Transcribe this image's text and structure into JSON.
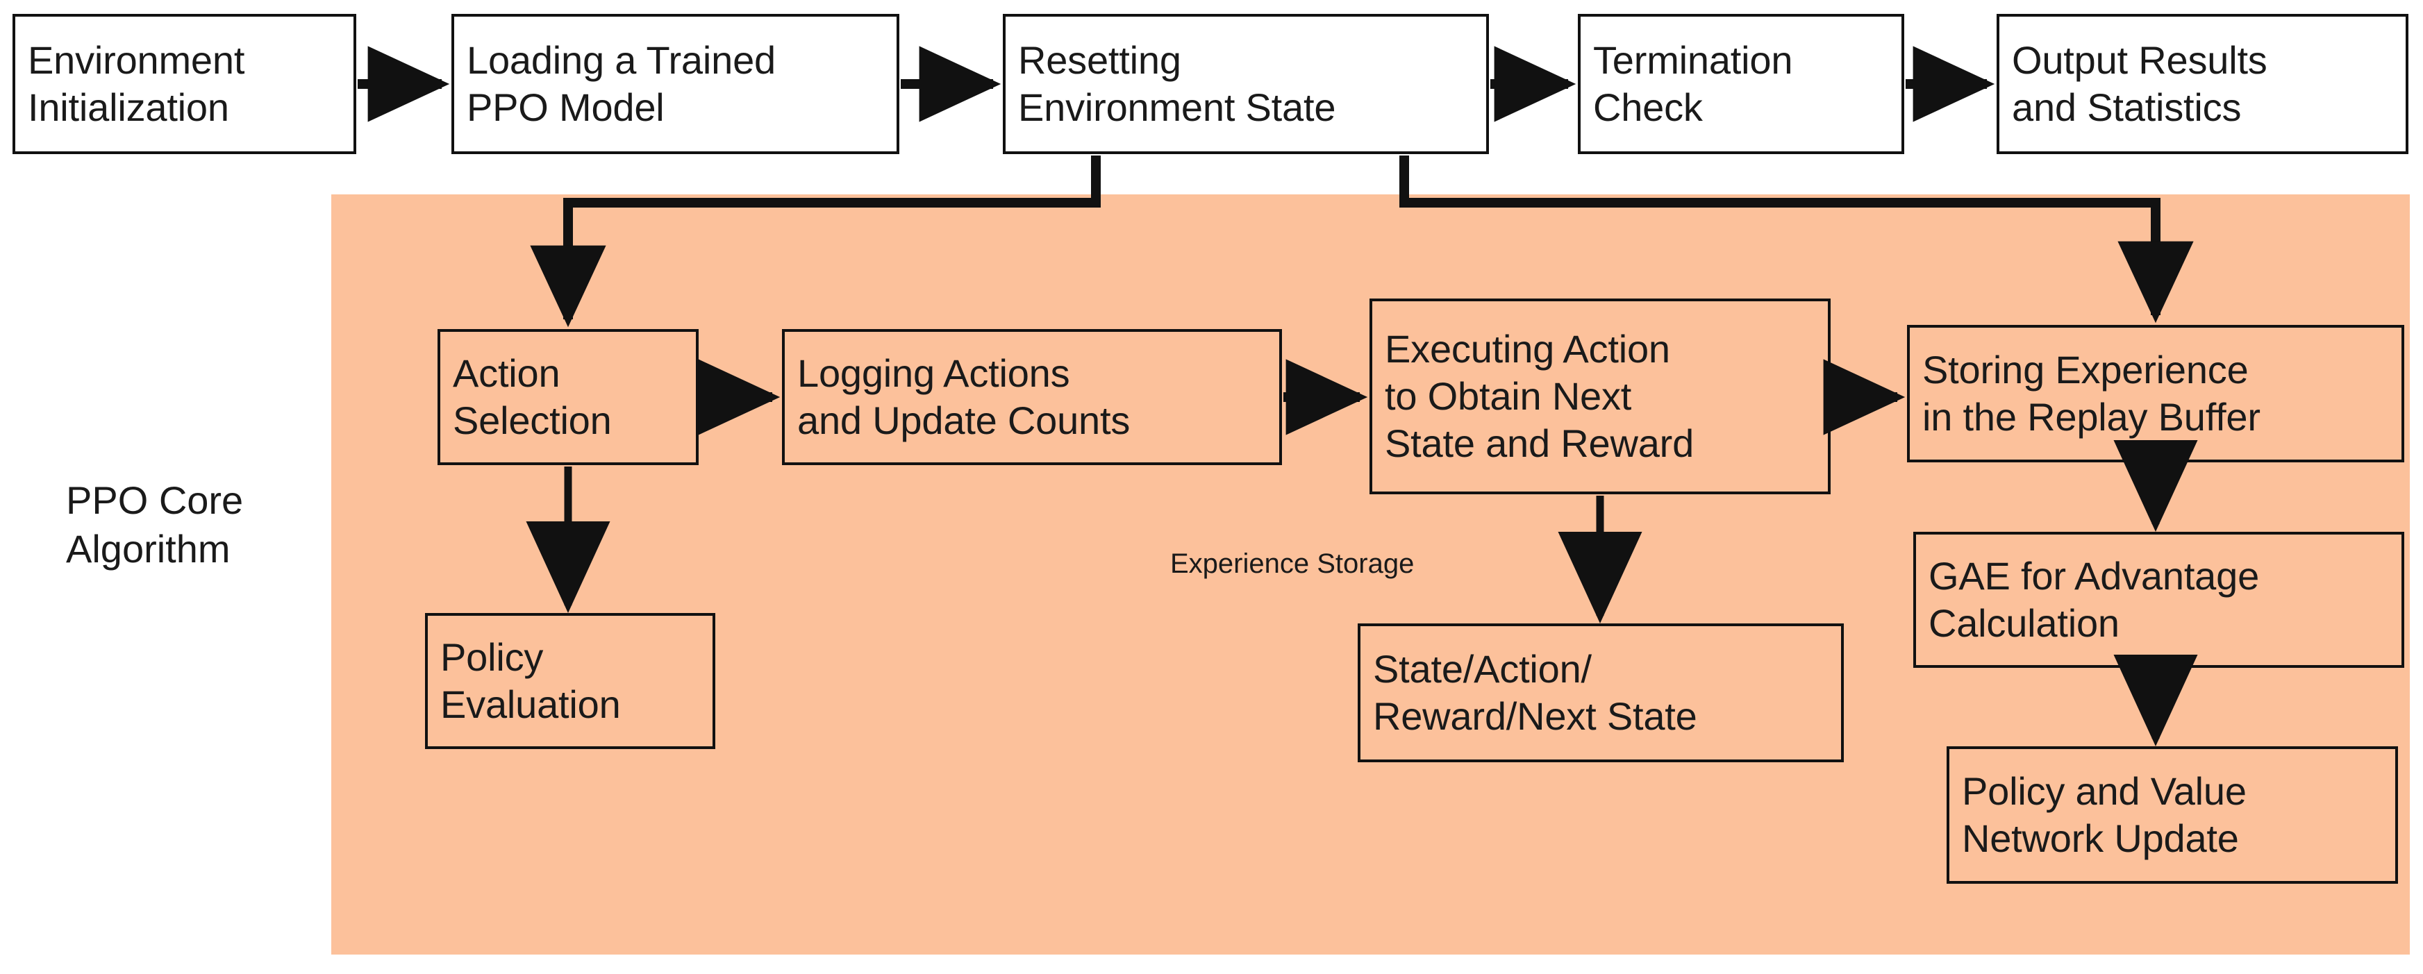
{
  "diagram": {
    "title_label": "PPO Core Algorithm",
    "group_label": "PPO Core Algorithm",
    "group_color": "#FCC19B",
    "node_border_color": "#111111",
    "node_fill_white": "#FFFFFF",
    "background": "#FFFFFF"
  },
  "pipeline": {
    "steps": [
      {
        "id": "env-init",
        "label": "Environment\nInitialization"
      },
      {
        "id": "load-model",
        "label": "Loading a Trained\nPPO Model"
      },
      {
        "id": "reset-env",
        "label": "Resetting\nEnvironment State"
      },
      {
        "id": "termination",
        "label": "Termination\nCheck"
      },
      {
        "id": "output",
        "label": "Output Results\nand Statistics"
      }
    ]
  },
  "core": {
    "panel_label": "PPO Core Algorithm",
    "storage_label": "Experience Storage",
    "nodes": [
      {
        "id": "action-selection",
        "label": "Action\nSelection"
      },
      {
        "id": "logging-actions",
        "label": "Logging Actions\nand Update Counts"
      },
      {
        "id": "executing-action",
        "label": "Executing Action\nto Obtain Next\nState and Reward"
      },
      {
        "id": "storing-experience",
        "label": "Storing Experience\nin the Replay Buffer"
      },
      {
        "id": "policy-evaluation",
        "label": "Policy\nEvaluation"
      },
      {
        "id": "experience-tuple",
        "label": "State/Action/\nReward/Next State"
      },
      {
        "id": "gae",
        "label": "GAE for Advantage\nCalculation"
      },
      {
        "id": "network-update",
        "label": "Policy and Value\nNetwork Update"
      }
    ]
  },
  "edges": [
    {
      "from": "env-init",
      "to": "load-model",
      "kind": "straight-right"
    },
    {
      "from": "load-model",
      "to": "reset-env",
      "kind": "straight-right"
    },
    {
      "from": "reset-env",
      "to": "termination",
      "kind": "straight-right"
    },
    {
      "from": "termination",
      "to": "output",
      "kind": "straight-right"
    },
    {
      "from": "reset-env",
      "to": "action-selection",
      "kind": "orthogonal-down-left"
    },
    {
      "from": "reset-env",
      "to": "storing-experience",
      "kind": "orthogonal-down-right"
    },
    {
      "from": "action-selection",
      "to": "logging-actions",
      "kind": "straight-right"
    },
    {
      "from": "logging-actions",
      "to": "executing-action",
      "kind": "straight-right"
    },
    {
      "from": "executing-action",
      "to": "storing-experience",
      "kind": "straight-right"
    },
    {
      "from": "action-selection",
      "to": "policy-evaluation",
      "kind": "straight-down"
    },
    {
      "from": "executing-action",
      "to": "experience-tuple",
      "kind": "straight-down"
    },
    {
      "from": "storing-experience",
      "to": "gae",
      "kind": "straight-down"
    },
    {
      "from": "gae",
      "to": "network-update",
      "kind": "straight-down"
    }
  ]
}
